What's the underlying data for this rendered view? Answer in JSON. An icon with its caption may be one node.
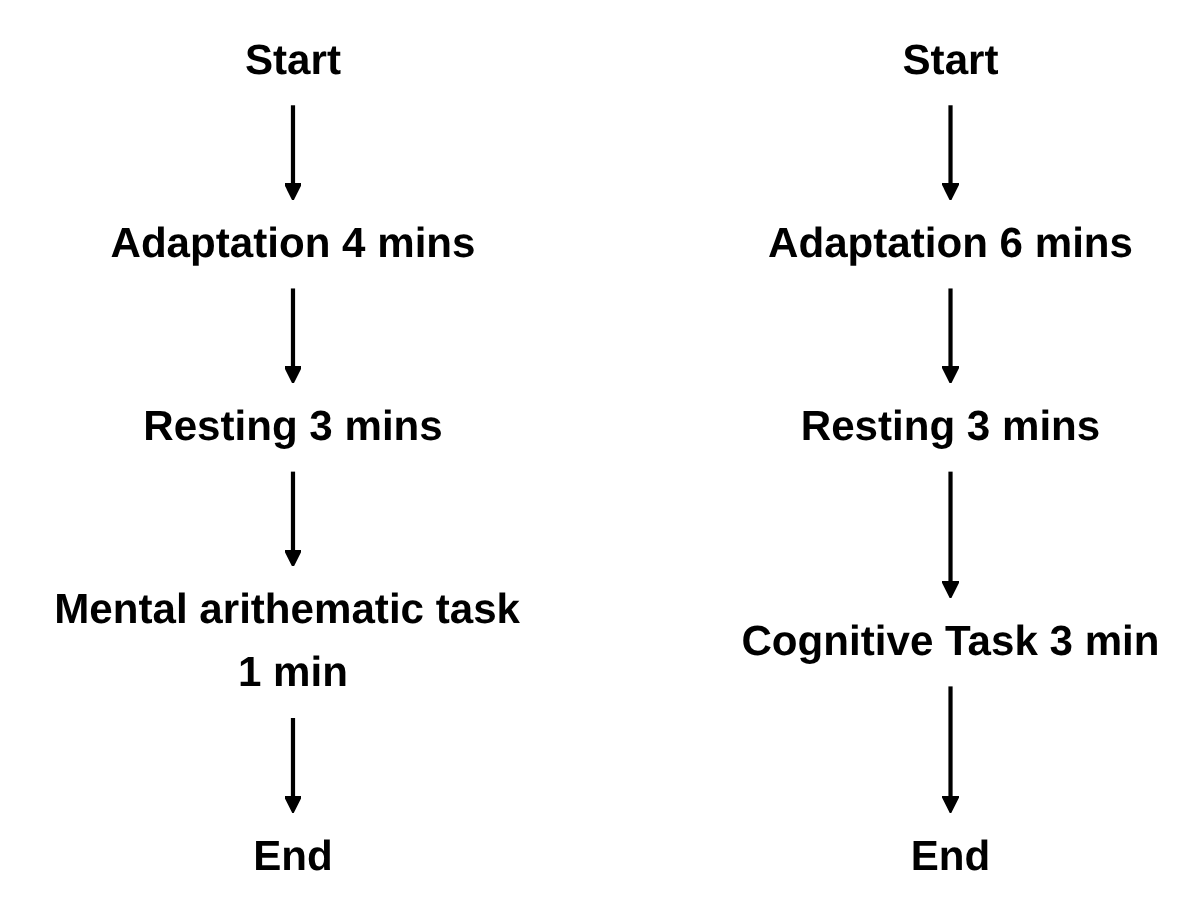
{
  "diagram": {
    "nodes": [
      {
        "text": [
          "Start"
        ]
      },
      {
        "text": [
          "Adaptation 4 mins"
        ]
      },
      {
        "text": [
          "Resting 3 mins"
        ]
      },
      {
        "text": [
          "Mental arithematic task 1 min"
        ]
      },
      {
        "text": [
          "End"
        ]
      },
      {
        "text": [
          "Start"
        ]
      },
      {
        "text": [
          "Adaptation 6 mins"
        ]
      },
      {
        "text": [
          "Resting 3 mins"
        ]
      },
      {
        "text": [
          "Cognitive Task 3 min"
        ]
      },
      {
        "text": [
          "End"
        ]
      }
    ],
    "edges": [
      {
        "from": 0,
        "to": 1,
        "arrow": "to"
      },
      {
        "from": 1,
        "to": 2,
        "arrow": "to"
      },
      {
        "from": 2,
        "to": 3,
        "arrow": "to"
      },
      {
        "from": 3,
        "to": 4,
        "arrow": "to"
      },
      {
        "from": 5,
        "to": 6,
        "arrow": "to"
      },
      {
        "from": 6,
        "to": 7,
        "arrow": "to"
      },
      {
        "from": 7,
        "to": 8,
        "arrow": "to"
      },
      {
        "from": 8,
        "to": 9,
        "arrow": "to"
      }
    ]
  }
}
